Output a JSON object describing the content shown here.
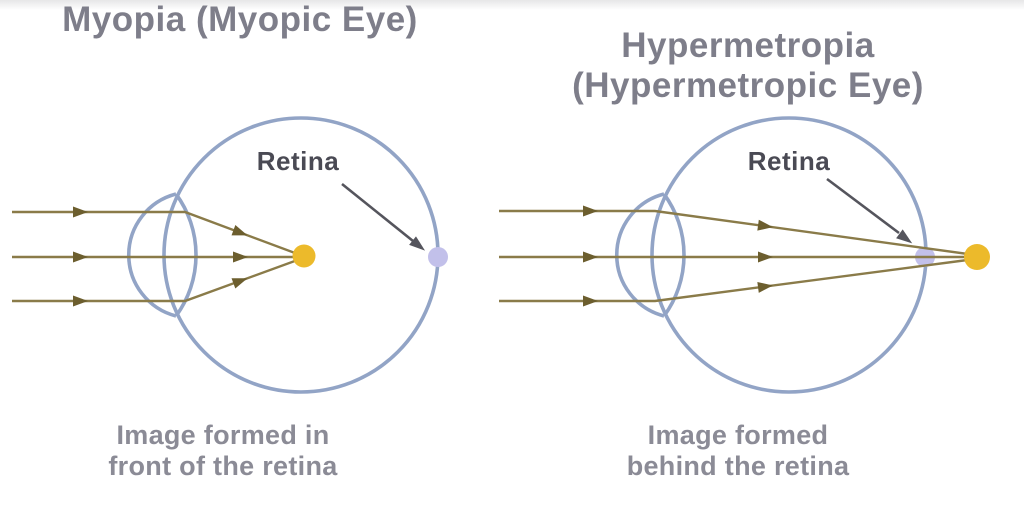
{
  "colors": {
    "eye_outline": "#92a4c6",
    "ray": "#8a7b49",
    "arrowhead": "#6c5e2e",
    "focal_dot": "#ecba2b",
    "retina_dot": "#c2c0ea",
    "pointer_arrow": "#55555d",
    "title_text": "#7e7e8a",
    "retina_text": "#4a4a54",
    "caption_text": "#8b8b96",
    "bg": "#ffffff"
  },
  "left_panel": {
    "title": "Myopia (Myopic Eye)",
    "retina_label": "Retina",
    "caption_line1": "Image formed in",
    "caption_line2": "front of the retina"
  },
  "right_panel": {
    "title_line1": "Hypermetropia",
    "title_line2": "(Hypermetropic Eye)",
    "retina_label": "Retina",
    "caption_line1": "Image formed",
    "caption_line2": "behind the retina"
  }
}
